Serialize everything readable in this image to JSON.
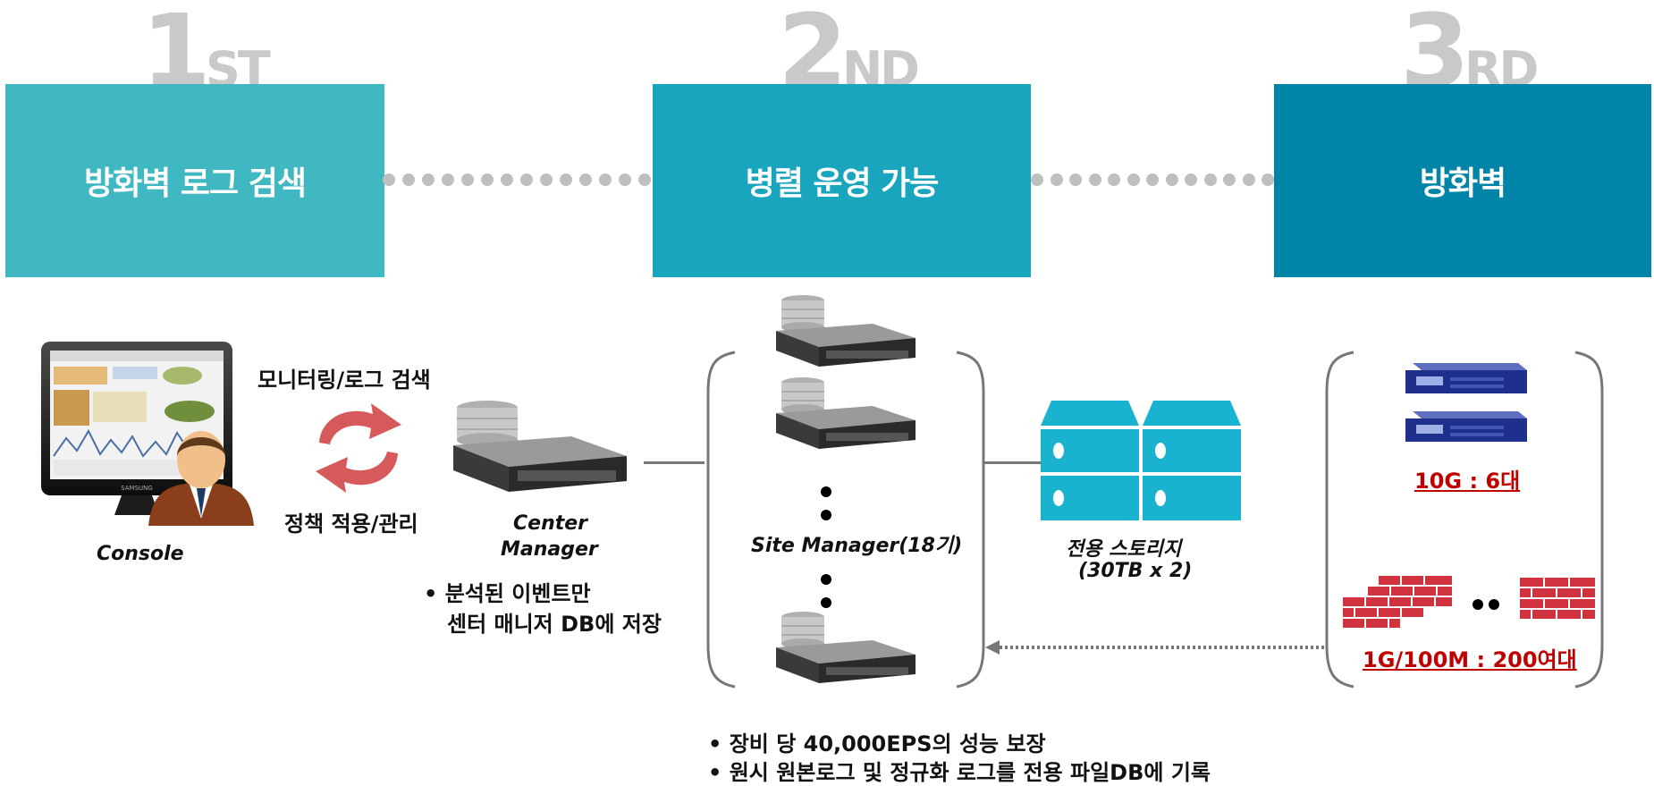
{
  "steps": [
    {
      "num": "1",
      "suffix": "ST",
      "title": "방화벽 로그 검색",
      "color": "#3fb8c2"
    },
    {
      "num": "2",
      "suffix": "ND",
      "title": "병렬 운영 가능",
      "color": "#1aa5be"
    },
    {
      "num": "3",
      "suffix": "RD",
      "title": "방화벽",
      "color": "#0085a8"
    }
  ],
  "console": {
    "label": "Console",
    "monitor_brand": "SAMSUNG"
  },
  "arrows": {
    "top_label": "모니터링/로그 검색",
    "bottom_label": "정책 적용/관리"
  },
  "center_manager": {
    "line1": "Center",
    "line2": "Manager"
  },
  "center_note": {
    "line1": "• 분석된 이벤트만",
    "line2": "센터 매니저 DB에 저장"
  },
  "site_manager": {
    "label": "Site Manager(18기)"
  },
  "storage": {
    "line1": "전용 스토리지",
    "line2": "(30TB x 2)"
  },
  "firewall_10g": {
    "label": "10G : 6대"
  },
  "firewall_1g": {
    "label": "1G/100M : 200여대"
  },
  "bottom_notes": [
    "• 장비 당 40,000EPS의 성능 보장",
    "• 원시 원본로그 및 정규화 로그를 전용 파일DB에 기록"
  ],
  "colors": {
    "storage": "#1ab3cf",
    "brick": "#d0333e",
    "appliance": "#1e2f8c"
  }
}
